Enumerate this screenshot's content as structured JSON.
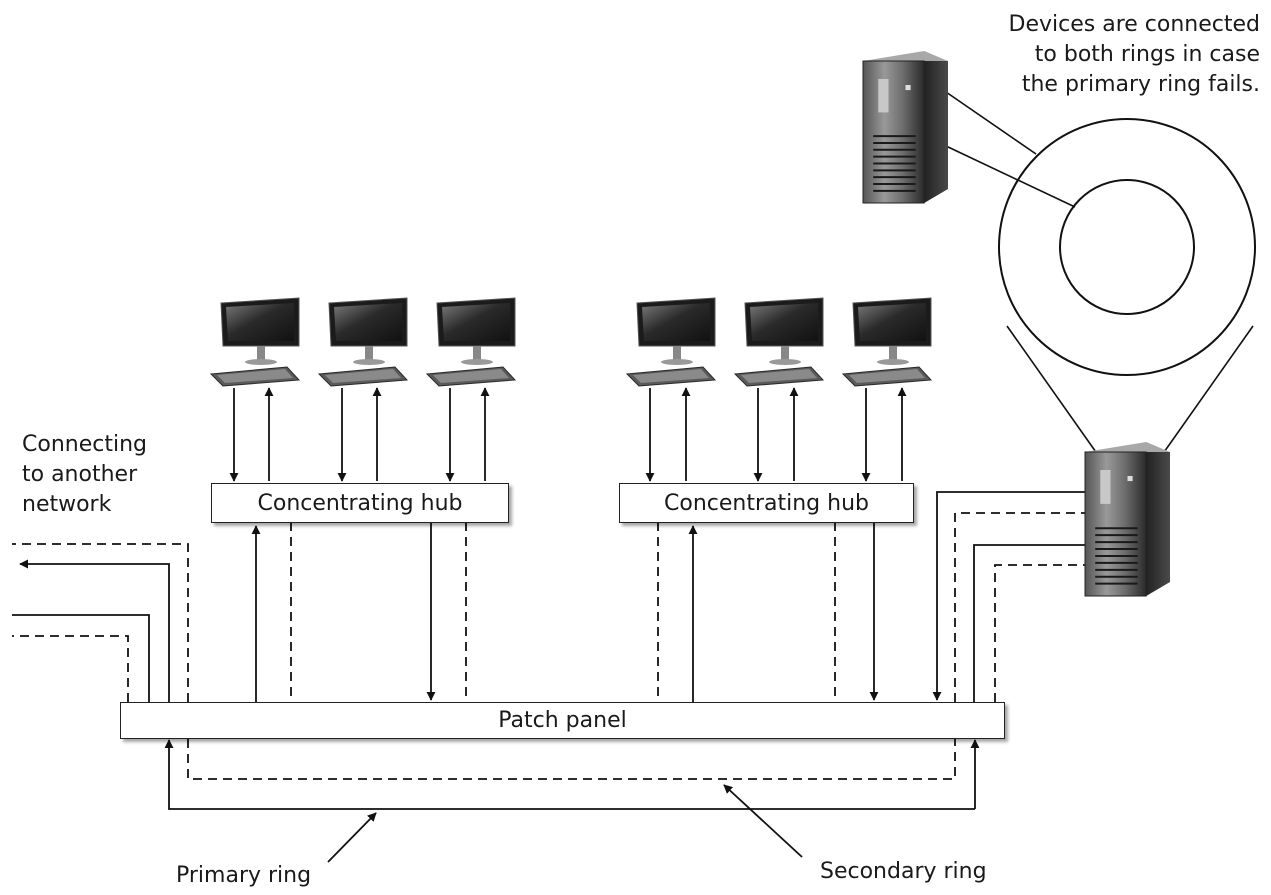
{
  "diagram": {
    "callout_lines": [
      "Devices are connected",
      "to both rings in case",
      "the primary ring fails."
    ],
    "external_lines": [
      "Connecting",
      "to another",
      "network"
    ],
    "hub_left_label": "Concentrating hub",
    "hub_right_label": "Concentrating hub",
    "patch_panel_label": "Patch panel",
    "primary_ring_label": "Primary ring",
    "secondary_ring_label": "Secondary ring",
    "icons": [
      "workstation-icon",
      "server-tower-icon",
      "dual-ring-icon"
    ]
  }
}
